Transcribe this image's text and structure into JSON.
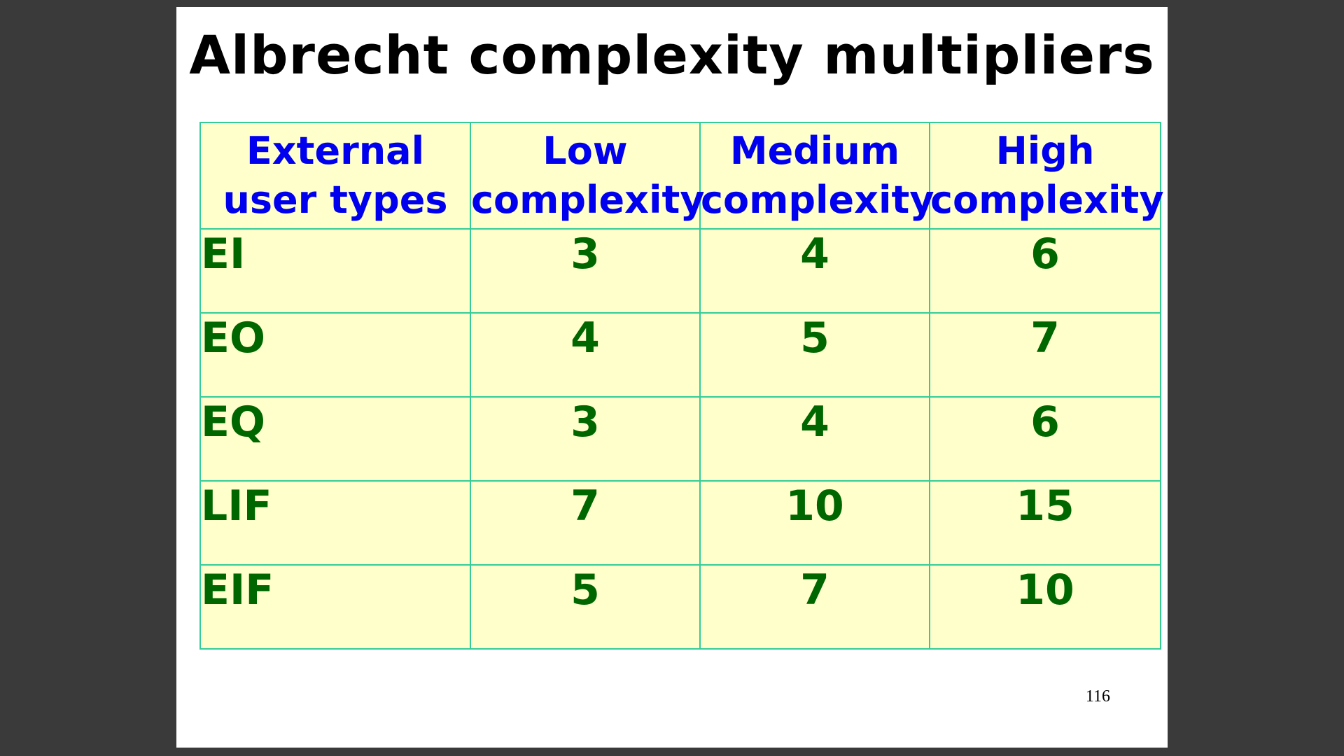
{
  "slide": {
    "title": "Albrecht complexity multipliers",
    "page_number": "116"
  },
  "table": {
    "headers": [
      {
        "line1": "External",
        "line2": "user types"
      },
      {
        "line1": "Low",
        "line2": "complexity"
      },
      {
        "line1": "Medium",
        "line2": "complexity"
      },
      {
        "line1": "High",
        "line2": "complexity"
      }
    ],
    "rows": [
      {
        "type": "EI",
        "low": "3",
        "medium": "4",
        "high": "6"
      },
      {
        "type": "EO",
        "low": "4",
        "medium": "5",
        "high": "7"
      },
      {
        "type": "EQ",
        "low": "3",
        "medium": "4",
        "high": "6"
      },
      {
        "type": "LIF",
        "low": "7",
        "medium": "10",
        "high": "15"
      },
      {
        "type": "EIF",
        "low": "5",
        "medium": "7",
        "high": "10"
      }
    ]
  },
  "colors": {
    "header_text": "#0000ee",
    "cell_text": "#006600",
    "cell_background": "#ffffcc",
    "border": "#33cc99",
    "backdrop": "#3a3a3a"
  }
}
